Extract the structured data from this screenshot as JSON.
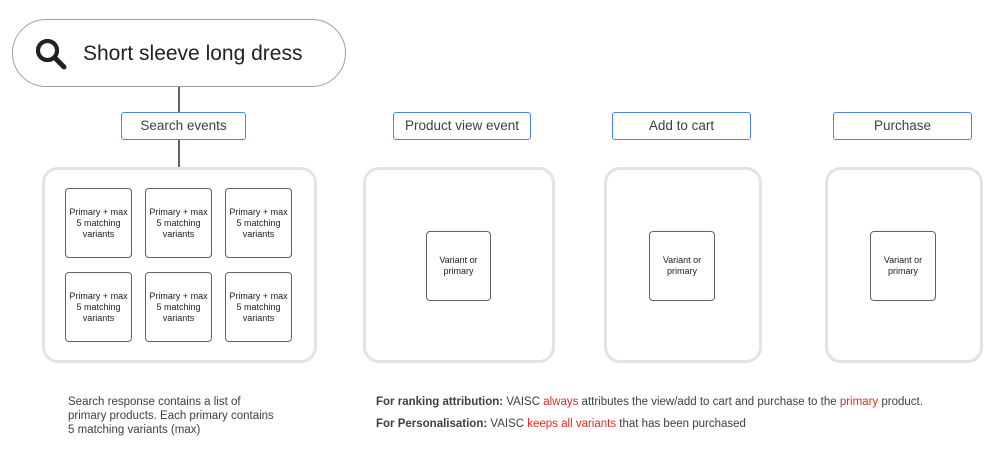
{
  "search": {
    "query": "Short sleeve long dress",
    "icon": "search-icon"
  },
  "stages": {
    "search_events": "Search events",
    "product_view": "Product view event",
    "add_to_cart": "Add to cart",
    "purchase": "Purchase"
  },
  "search_results": {
    "cards": [
      "Primary + max 5 matching variants",
      "Primary + max 5 matching variants",
      "Primary + max 5 matching variants",
      "Primary + max 5 matching variants",
      "Primary + max 5 matching variants",
      "Primary + max 5 matching variants"
    ]
  },
  "stage_cards": {
    "product_view": "Variant or primary",
    "add_to_cart": "Variant or primary",
    "purchase": "Variant or primary"
  },
  "description": "Search response contains a list of primary products. Each primary contains 5 matching variants (max)",
  "notes": {
    "ranking": {
      "label": "For ranking attribution:",
      "text1": " VAISC ",
      "highlight1": "always",
      "text2": " attributes the view/add to cart and purchase to the ",
      "highlight2": "primary",
      "text3": " product."
    },
    "personalisation": {
      "label": "For Personalisation:",
      "text1": " VAISC ",
      "highlight1": "keeps all variants",
      "text2": " that has been purchased"
    }
  },
  "colors": {
    "label_border": "#4a86e8",
    "highlight": "#d93025",
    "panel_border": "#e3e3e3"
  }
}
